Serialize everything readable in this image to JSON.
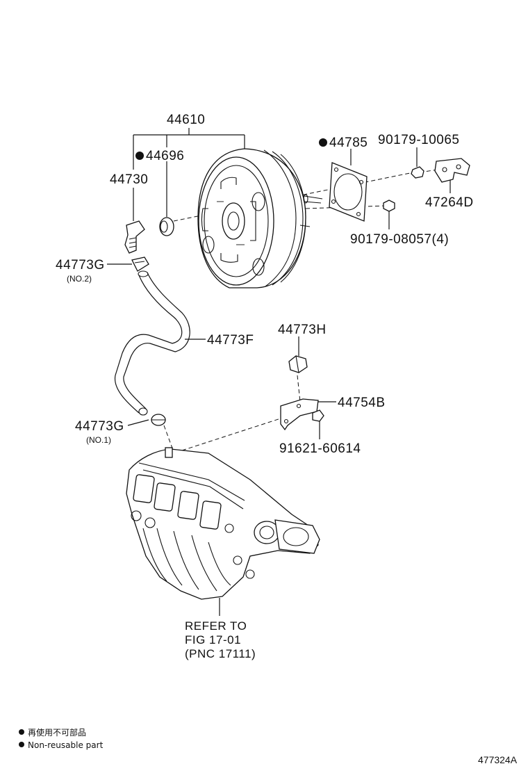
{
  "labels": {
    "p44610": "44610",
    "p44696": "44696",
    "p44730": "44730",
    "p44785": "44785",
    "p90179_10065": "90179-10065",
    "p47264D": "47264D",
    "p90179_08057": "90179-08057(4)",
    "p44773G_top": "44773G",
    "no2": "(NO.2)",
    "p44773F": "44773F",
    "p44773H": "44773H",
    "p44754B": "44754B",
    "p44773G_bottom": "44773G",
    "no1": "(NO.1)",
    "p91621_60614": "91621-60614"
  },
  "refer": {
    "line1": "REFER TO",
    "line2": "FIG 17-01",
    "line3": "(PNC 17111)"
  },
  "legend": {
    "line1": "再使用不可部品",
    "line2": "Non-reusable part"
  },
  "figure_id": "477324A",
  "non_reusable_parts": [
    "44696",
    "44785"
  ]
}
